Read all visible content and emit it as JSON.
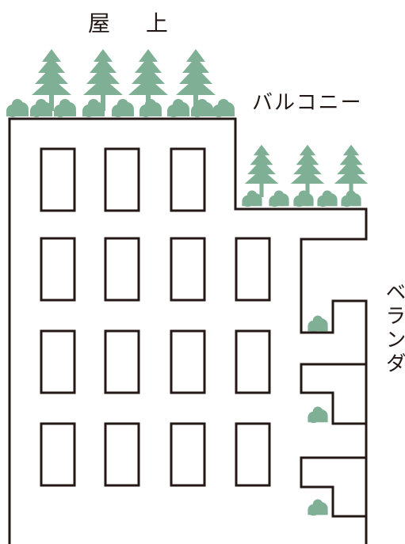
{
  "labels": {
    "roof": "屋 上",
    "balcony": "バルコニー",
    "veranda": "ベランダ"
  },
  "colors": {
    "line": "#231815",
    "greenery": "#7fb095",
    "background": "#ffffff"
  },
  "icons": {
    "tree": "conifer-tree-icon",
    "shrub": "shrub-icon"
  }
}
